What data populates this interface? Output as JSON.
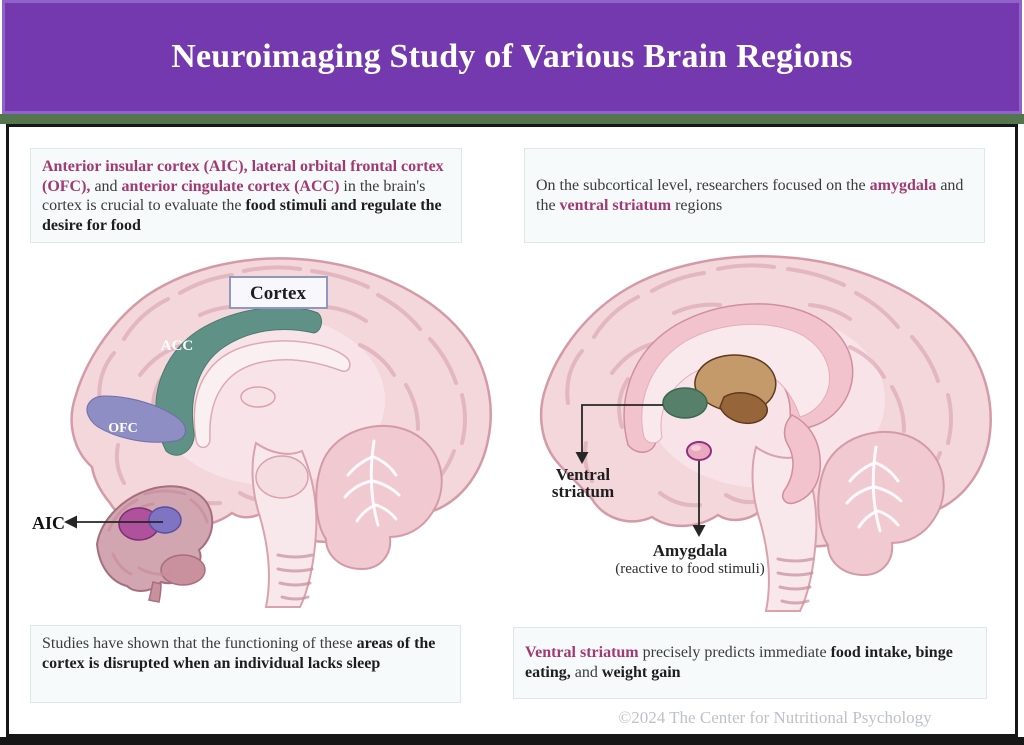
{
  "header": {
    "title": "Neuroimaging Study of Various Brain Regions",
    "bg_color": "#7439ae",
    "border_color": "#8f63c9"
  },
  "strip_color": "#55754e",
  "accent_color": "#a13a72",
  "boxes": {
    "top_left": {
      "segments": [
        {
          "t": "Anterior insular cortex (AIC), lateral orbital frontal cortex (OFC),",
          "s": "accent"
        },
        {
          "t": " and ",
          "s": "normal"
        },
        {
          "t": "anterior cingulate cortex (ACC)",
          "s": "accent"
        },
        {
          "t": " in the brain's cortex is crucial to evaluate the ",
          "s": "normal"
        },
        {
          "t": "food stimuli and regulate the desire for food",
          "s": "bold"
        }
      ]
    },
    "top_right": {
      "segments": [
        {
          "t": "On the subcortical level, researchers focused on the ",
          "s": "normal"
        },
        {
          "t": "amygdala",
          "s": "accent"
        },
        {
          "t": " and the ",
          "s": "normal"
        },
        {
          "t": "ventral striatum",
          "s": "accent"
        },
        {
          "t": " regions",
          "s": "normal"
        }
      ]
    },
    "bottom_left": {
      "segments": [
        {
          "t": "Studies have shown that the functioning of these ",
          "s": "normal"
        },
        {
          "t": "areas of the cortex is disrupted when an individual lacks sleep",
          "s": "bold"
        }
      ]
    },
    "bottom_right": {
      "segments": [
        {
          "t": "Ventral striatum",
          "s": "accent"
        },
        {
          "t": " precisely predicts immediate ",
          "s": "normal"
        },
        {
          "t": "food intake, binge eating,",
          "s": "bold"
        },
        {
          "t": " and ",
          "s": "normal"
        },
        {
          "t": "weight gain",
          "s": "bold"
        }
      ]
    }
  },
  "figures": {
    "left": {
      "cortex_box_label": "Cortex",
      "acc_label": "ACC",
      "ofc_label": "OFC",
      "aic_label": "AIC",
      "colors": {
        "acc_region": "#5f9186",
        "ofc_region": "#8e8dc4",
        "insula_magenta": "#b0519d",
        "insula_violet": "#7f74c4"
      }
    },
    "right": {
      "ventral_striatum_line1": "Ventral",
      "ventral_striatum_line2": "striatum",
      "amygdala_label": "Amygdala",
      "amygdala_sublabel": "(reactive to food stimuli)",
      "colors": {
        "ventral_striatum": "#56806a",
        "caudate_brown": "#c49a6b",
        "thalamus_brown": "#96663a",
        "amygdala_outline": "#8e2f86"
      }
    }
  },
  "footer": {
    "copyright": "©2024 The Center for Nutritional Psychology"
  }
}
